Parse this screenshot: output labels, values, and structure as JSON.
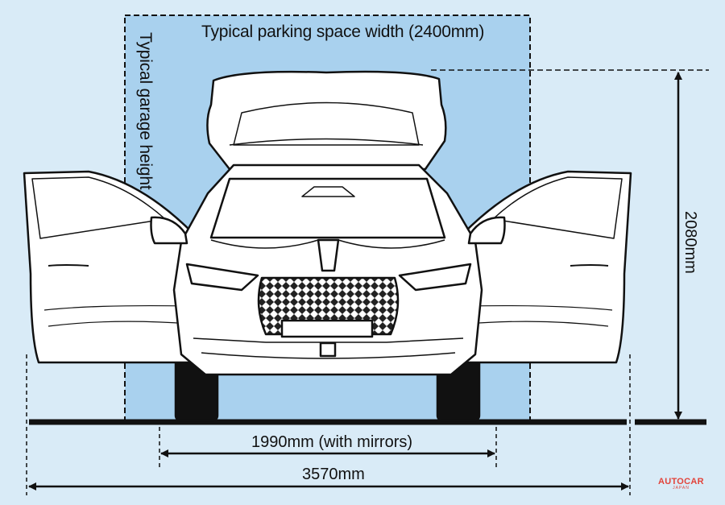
{
  "labels": {
    "parking_width": "Typical parking space width (2400mm)",
    "garage_height": "Typical garage height",
    "height": "2080mm",
    "width_mirrors": "1990mm (with mirrors)",
    "width_doors_open": "3570mm"
  },
  "logo": {
    "brand": "AUTOCAR",
    "sub": "JAPAN"
  },
  "colors": {
    "background": "#d9ebf7",
    "parking_space_fill": "#a9d1ee",
    "line": "#111111",
    "logo": "#e2433a"
  }
}
